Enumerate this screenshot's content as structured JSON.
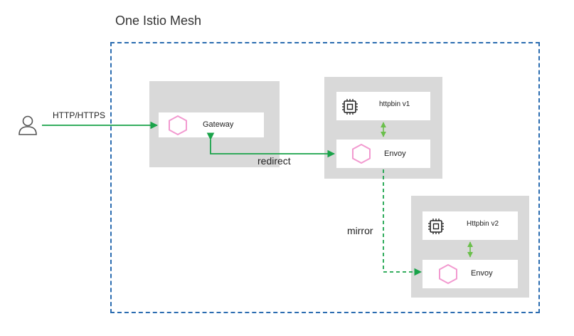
{
  "mesh": {
    "title": "One Istio Mesh"
  },
  "client": {
    "icon": "user-icon",
    "protocol_label": "HTTP/HTTPS"
  },
  "gateway": {
    "label": "Gateway",
    "icon": "hexagon-icon"
  },
  "service_v1": {
    "app_label": "httpbin v1",
    "app_icon": "chip-icon",
    "proxy_label": "Envoy",
    "proxy_icon": "hexagon-icon"
  },
  "service_v2": {
    "app_label": "Httpbin v2",
    "app_icon": "chip-icon",
    "proxy_label": "Envoy",
    "proxy_icon": "hexagon-icon"
  },
  "edges": {
    "redirect": "redirect",
    "mirror": "mirror"
  },
  "colors": {
    "mesh_border": "#2b6cb0",
    "group_bg": "#d9d9d9",
    "arrow": "#1aa34a",
    "sidecar_link": "#6abf4b",
    "hexagon": "#f29ad0"
  }
}
